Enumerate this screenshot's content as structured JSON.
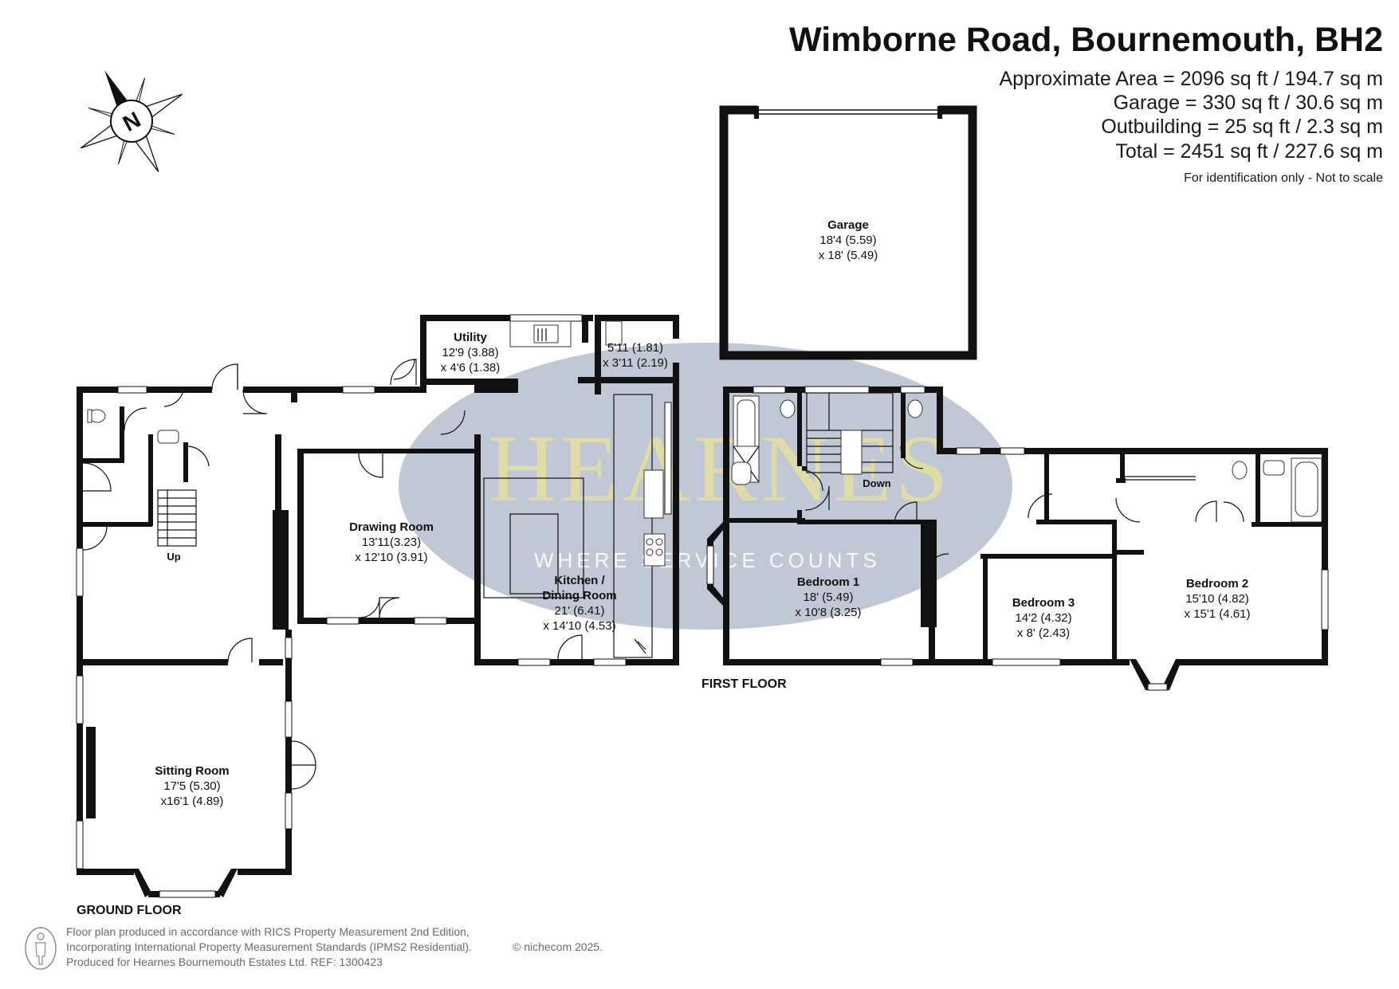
{
  "header": {
    "title": "Wimborne Road, Bournemouth, BH2",
    "areas": [
      "Approximate Area = 2096  sq ft / 194.7 sq m",
      "Garage = 330 sq ft / 30.6 sq m",
      "Outbuilding = 25 sq ft / 2.3 sq m",
      "Total = 2451 sq ft / 227.6 sq m"
    ],
    "note": "For identification only - Not to scale"
  },
  "compass": {
    "letter": "N",
    "icon": "compass-icon"
  },
  "watermark": {
    "brand": "HEARNES",
    "tagline": "WHERE SERVICE COUNTS"
  },
  "floors": {
    "ground": "GROUND FLOOR",
    "first": "FIRST FLOOR"
  },
  "stairs": {
    "up": "Up",
    "down": "Down"
  },
  "rooms": {
    "garage": {
      "name": "Garage",
      "dim1": "18'4 (5.59)",
      "dim2": "x 18' (5.49)"
    },
    "utility": {
      "name": "Utility",
      "dim1": "12'9 (3.88)",
      "dim2": "x 4'6 (1.38)"
    },
    "outbuilding": {
      "dim1": "5'11 (1.81)",
      "dim2": "x 3'11 (2.19)"
    },
    "drawing": {
      "name": "Drawing Room",
      "dim1": "13'11(3.23)",
      "dim2": "x 12'10 (3.91)"
    },
    "kitchen": {
      "name1": "Kitchen /",
      "name2": "Dining Room",
      "dim1": "21' (6.41)",
      "dim2": "x 14'10 (4.53)"
    },
    "sitting": {
      "name": "Sitting Room",
      "dim1": "17'5 (5.30)",
      "dim2": "x16'1 (4.89)"
    },
    "bedroom1": {
      "name": "Bedroom 1",
      "dim1": "18' (5.49)",
      "dim2": "x 10'8 (3.25)"
    },
    "bedroom2": {
      "name": "Bedroom 2",
      "dim1": "15'10 (4.82)",
      "dim2": "x 15'1 (4.61)"
    },
    "bedroom3": {
      "name": "Bedroom 3",
      "dim1": "14'2 (4.32)",
      "dim2": "x 8' (2.43)"
    }
  },
  "footer": {
    "line1": "Floor plan produced in accordance with RICS Property Measurement 2nd Edition,",
    "line2": "Incorporating International Property Measurement Standards (IPMS2 Residential).",
    "copyright": "© nichecom 2025.",
    "line3": "Produced for Hearnes Bournemouth Estates Ltd.   REF:   1300423",
    "icon": "person-icon"
  }
}
